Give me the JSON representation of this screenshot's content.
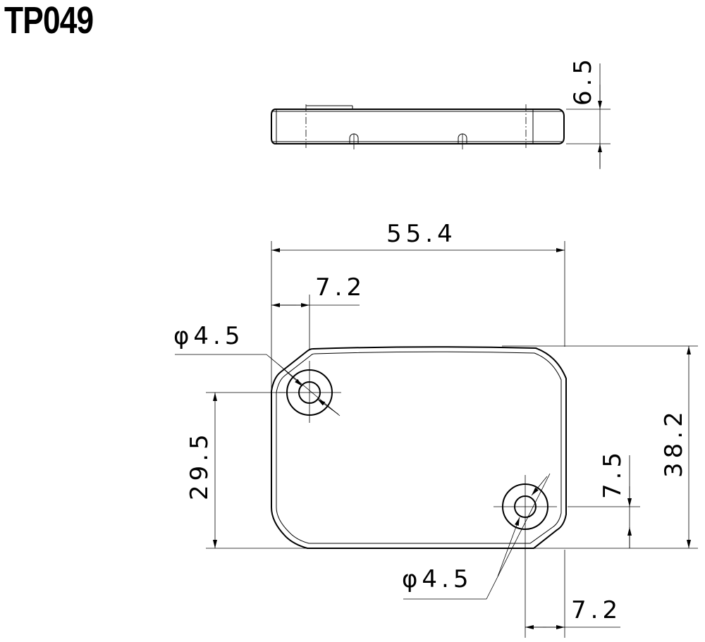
{
  "title": "TP049",
  "dimensions": {
    "thickness": "6.5",
    "overall_width": "55.4",
    "left_hole_offset_x": "7.2",
    "left_hole_diameter": "φ4.5",
    "left_hole_offset_y": "29.5",
    "overall_height": "38.2",
    "right_hole_offset_y": "7.5",
    "right_hole_diameter": "φ4.5",
    "right_hole_offset_x": "7.2"
  }
}
